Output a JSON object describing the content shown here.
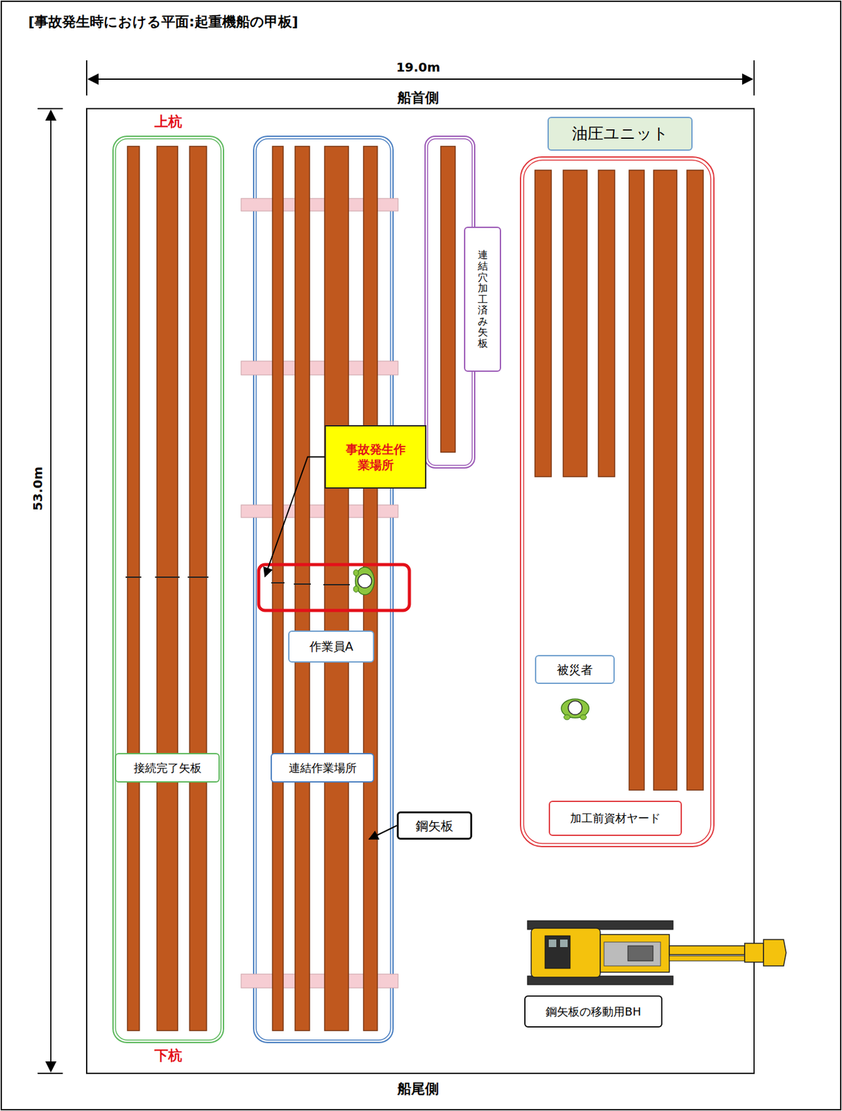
{
  "diagram": {
    "title": "[事故発生時における平面:起重機船の甲板]",
    "nodes": [
      {
        "text": [
          "油圧ユニット"
        ]
      },
      {
        "text": [
          "連結穴加工済み矢板"
        ]
      },
      {
        "text": [
          "事故発生作業場所"
        ]
      },
      {
        "text": [
          "作業員A"
        ]
      },
      {
        "text": [
          "被災者"
        ]
      },
      {
        "text": [
          "接続完了矢板"
        ]
      },
      {
        "text": [
          "連結作業場所"
        ]
      },
      {
        "text": [
          "鋼矢板"
        ]
      },
      {
        "text": [
          "加工前資材ヤード"
        ]
      },
      {
        "text": [
          "鋼矢板の移動用BH"
        ]
      }
    ],
    "labels": [
      "19.0m",
      "船首側",
      "上杭",
      "53.0m",
      "下杭",
      "船尾側"
    ]
  }
}
